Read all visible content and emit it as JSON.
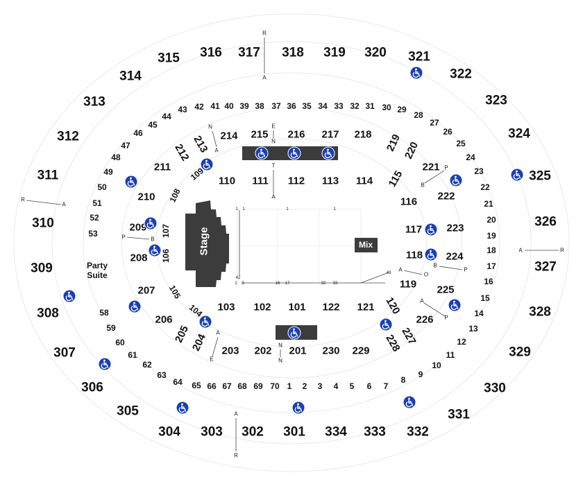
{
  "labels": {
    "stage": "Stage",
    "mix": "Mix",
    "party_suite_line1": "Party",
    "party_suite_line2": "Suite"
  },
  "colors": {
    "stage_fill": "#3c3c3c",
    "mix_fill": "#3c3c3c",
    "accessible_blue": "#1a3fb5",
    "text": "#111111",
    "ring": "#e9e9e9"
  },
  "icons": {
    "accessible": "wheelchair-icon"
  },
  "upper_sections": [
    "315",
    "316",
    "317",
    "318",
    "319",
    "320",
    "321",
    "322",
    "314",
    "313",
    "323",
    "312",
    "324",
    "311",
    "325",
    "310",
    "326",
    "309",
    "327",
    "308",
    "328",
    "307",
    "329",
    "306",
    "330",
    "305",
    "331",
    "304",
    "303",
    "302",
    "301",
    "334",
    "333",
    "332"
  ],
  "middle_sections": [
    "214",
    "215",
    "216",
    "217",
    "218",
    "213",
    "212",
    "211",
    "219",
    "220",
    "210",
    "221",
    "222",
    "209",
    "223",
    "208",
    "224",
    "207",
    "225",
    "206",
    "226",
    "205",
    "204",
    "227",
    "228",
    "203",
    "202",
    "201",
    "230",
    "229",
    "110",
    "111",
    "112",
    "113",
    "114",
    "115",
    "116",
    "117",
    "118",
    "119",
    "103",
    "102",
    "101",
    "122",
    "121",
    "120"
  ],
  "lower_rows": [
    "43",
    "42",
    "41",
    "40",
    "39",
    "38",
    "37",
    "36",
    "35",
    "34",
    "33",
    "32",
    "31",
    "30",
    "29",
    "44",
    "28",
    "45",
    "27",
    "46",
    "26",
    "47",
    "25",
    "48",
    "24",
    "49",
    "23",
    "50",
    "22",
    "51",
    "21",
    "52",
    "20",
    "53",
    "19",
    "18",
    "17",
    "16",
    "15",
    "58",
    "14",
    "59",
    "13",
    "60",
    "12",
    "61",
    "11",
    "62",
    "10",
    "63",
    "9",
    "64",
    "8",
    "65",
    "66",
    "67",
    "68",
    "69",
    "70",
    "1",
    "2",
    "3",
    "4",
    "5",
    "6",
    "7",
    "109",
    "108",
    "107",
    "106",
    "105",
    "104"
  ],
  "floor_markers": [
    "1",
    "1",
    "1",
    "1",
    "42",
    "1",
    "3",
    "16",
    "17",
    "32",
    "33",
    "49"
  ],
  "entry_markers": [
    "R",
    "A",
    "N",
    "E",
    "A",
    "N",
    "T",
    "A",
    "P",
    "B",
    "R",
    "A",
    "P",
    "B",
    "A",
    "O",
    "B",
    "P",
    "A",
    "R",
    "A",
    "P",
    "A",
    "N",
    "E",
    "N",
    "A",
    "R"
  ]
}
